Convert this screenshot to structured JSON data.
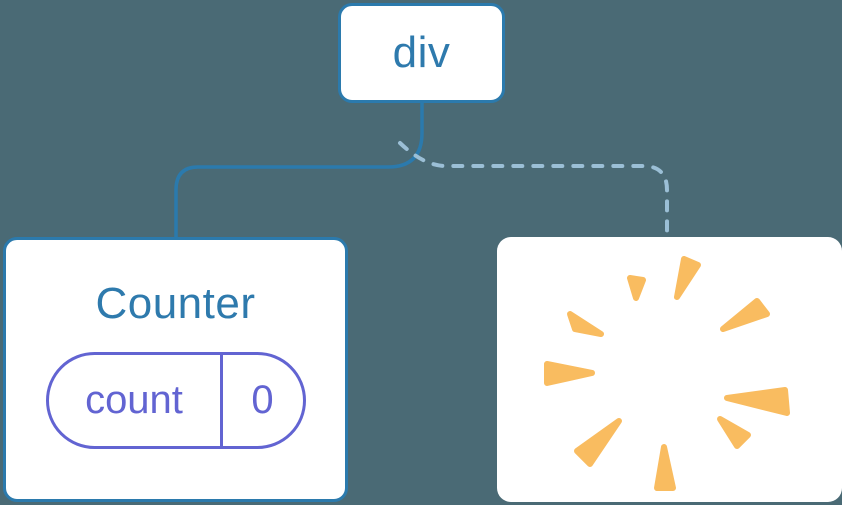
{
  "diagram": {
    "description": "React render tree: div root keeps Counter child with state, second child removed (poof)",
    "background_color": "#4a6a75",
    "node_border_color": "#2b7aad",
    "node_text_color": "#2e7aad",
    "solid_edge_color": "#2b7aad",
    "dashed_edge_color": "#9bbfd6",
    "state_pill_color": "#6264d2",
    "poof_color": "#f9bc60",
    "root_node": {
      "label": "div"
    },
    "child_nodes": [
      {
        "id": "counter",
        "title": "Counter",
        "edge_style": "solid",
        "state": {
          "key": "count",
          "value": "0"
        }
      },
      {
        "id": "removed",
        "title": "",
        "edge_style": "dashed",
        "icon": "poof-icon"
      }
    ]
  }
}
